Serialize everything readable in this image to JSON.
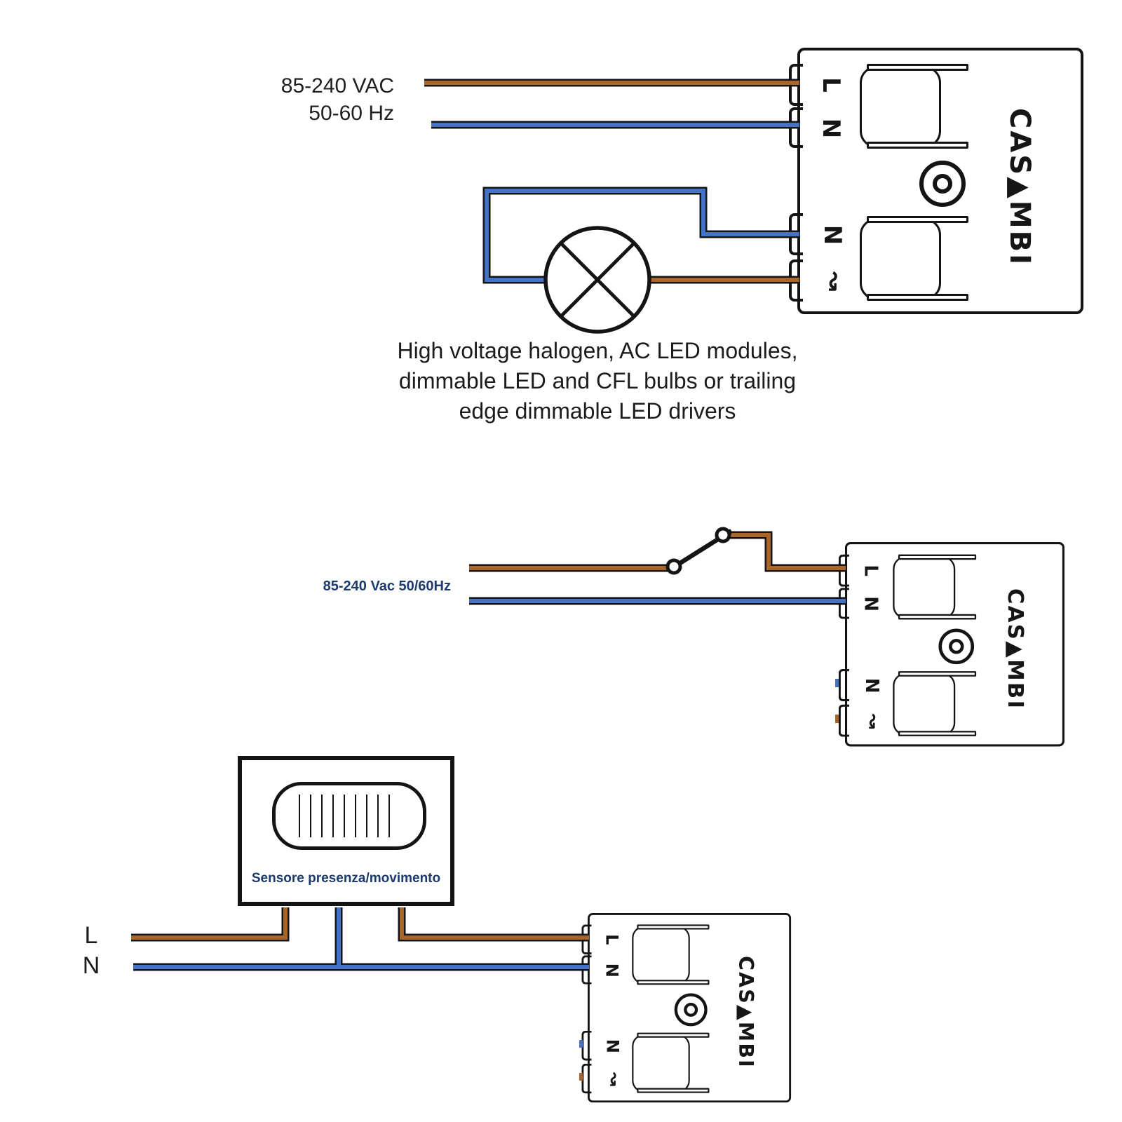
{
  "colors": {
    "line_wire_brown": "#a9662b",
    "neutral_wire_blue": "#4472c4",
    "outline_black": "#141414"
  },
  "device": {
    "brand_logo": "CAS▲MBI",
    "terminal_l": "L",
    "terminal_n": "N",
    "terminal_n_out": "N",
    "terminal_dim_out": "↝"
  },
  "top_diagram": {
    "supply_voltage": "85-240 VAC",
    "supply_frequency": "50-60 Hz",
    "load_caption_line1": "High voltage halogen, AC LED modules,",
    "load_caption_line2": "dimmable LED and CFL bulbs or trailing",
    "load_caption_line3": "edge dimmable LED drivers"
  },
  "middle_diagram": {
    "supply_label": "85-240 Vac  50/60Hz"
  },
  "bottom_diagram": {
    "sensor_label": "Sensore presenza/movimento",
    "line_label": "L",
    "neutral_label": "N"
  }
}
